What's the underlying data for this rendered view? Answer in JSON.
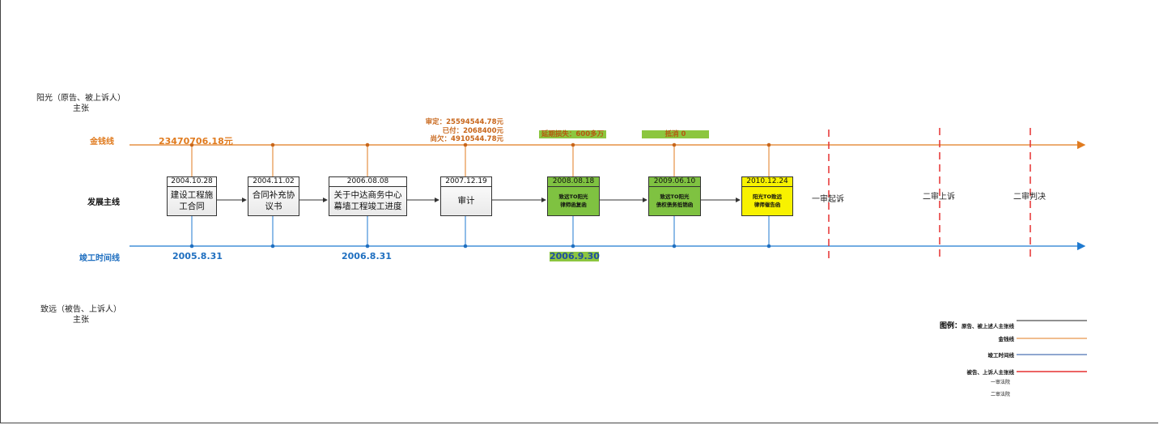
{
  "parties": {
    "plaintiff": [
      "阳光（原告、被上诉人）",
      "主张"
    ],
    "defendant": [
      "致远（被告、上诉人）",
      "主张"
    ]
  },
  "rows": {
    "money": "金钱线",
    "main": "发展主线",
    "completion": "竣工时间线"
  },
  "money_amount": "23470706.18元",
  "audit_note": [
    "审定：25594544.78元",
    "已付：2068400元",
    "尚欠：4910544.78元"
  ],
  "highlights": {
    "delay": "延期损失：600多万",
    "offset": "抵消 0"
  },
  "completion_dates": [
    "2005.8.31",
    "2006.8.31",
    "2006.9.30"
  ],
  "events": [
    {
      "date": "2004.10.28",
      "text": "建设工程施\n工合同",
      "style": "plain"
    },
    {
      "date": "2004.11.02",
      "text": "合同补充协\n议书",
      "style": "plain"
    },
    {
      "date": "2006.08.08",
      "text": "关于中达商务中心\n幕墙工程竣工进度",
      "style": "plain"
    },
    {
      "date": "2007.12.19",
      "text": "审计",
      "style": "plain"
    },
    {
      "date": "2008.08.18",
      "text": "致远TO阳光\n律师函复函",
      "style": "green"
    },
    {
      "date": "2009.06.10",
      "text": "致远TO阳光\n债权债务抵销函",
      "style": "green"
    },
    {
      "date": "2010.12.24",
      "text": "阳光TO致远\n律师催告函",
      "style": "yellow"
    }
  ],
  "stages": [
    "一审起诉",
    "二审上诉",
    "二审判决"
  ],
  "legend": {
    "title": "图例：",
    "items": [
      "原告、被上述人主张线",
      "金钱线",
      "竣工时间线",
      "被告、上诉人主张线"
    ],
    "courts": [
      "一审法院",
      "二审法院"
    ]
  },
  "colors": {
    "money_line": "#e07b1f",
    "completion_line": "#1f7ad0",
    "court_line": "#e53030",
    "highlight": "#8cc63f",
    "yellow_box": "#f8f200"
  }
}
